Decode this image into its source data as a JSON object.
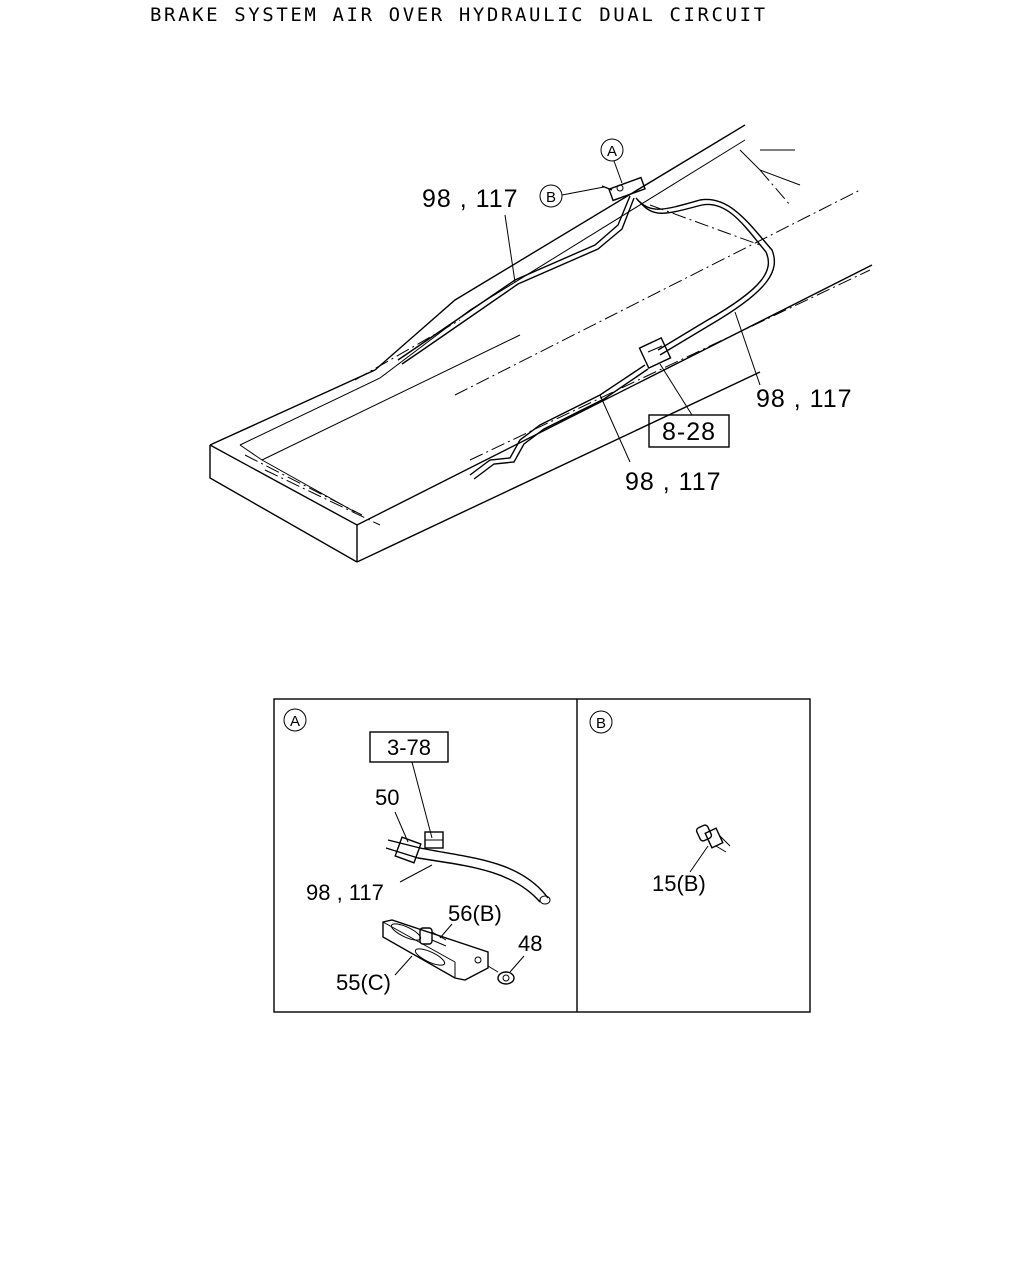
{
  "title": "BRAKE SYSTEM AIR OVER HYDRAULIC DUAL CIRCUIT",
  "main_view": {
    "callout_a": "A",
    "callout_b": "B",
    "label_upper_left": "98 , 117",
    "label_right": "98 , 117",
    "label_lower": "98 , 117",
    "ref_box": "8-28"
  },
  "detail_a": {
    "header": "A",
    "ref_box": "3-78",
    "part_50": "50",
    "part_98_117": "98 , 117",
    "part_56b": "56(B)",
    "part_48": "48",
    "part_55c": "55(C)"
  },
  "detail_b": {
    "header": "B",
    "part_15b": "15(B)"
  }
}
